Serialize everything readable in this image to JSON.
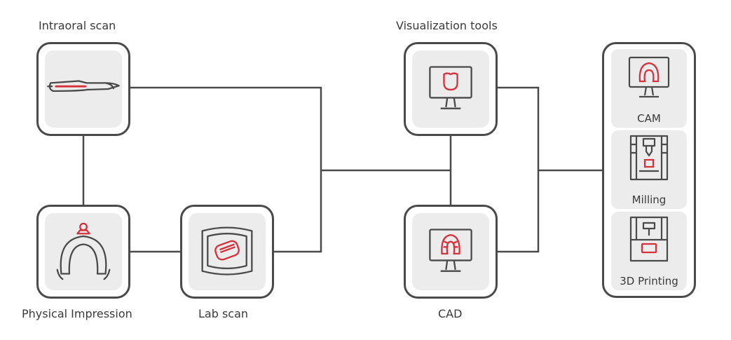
{
  "nodes": {
    "intraoral": {
      "label": "Intraoral scan",
      "icon": "intraoral-scanner-icon"
    },
    "impression": {
      "label": "Physical Impression",
      "icon": "impression-tray-icon"
    },
    "labscan": {
      "label": "Lab scan",
      "icon": "lab-scanner-icon"
    },
    "visualization": {
      "label": "Visualization tools",
      "icon": "monitor-tooth-icon"
    },
    "cad": {
      "label": "CAD",
      "icon": "monitor-arch-icon"
    }
  },
  "outputs": [
    {
      "label": "CAM",
      "icon": "monitor-arch-icon"
    },
    {
      "label": "Milling",
      "icon": "milling-machine-icon"
    },
    {
      "label": "3D Printing",
      "icon": "3d-printer-icon"
    }
  ],
  "colors": {
    "accent": "#d6303a",
    "stroke": "#4a4a4a",
    "tile": "#ececec"
  }
}
